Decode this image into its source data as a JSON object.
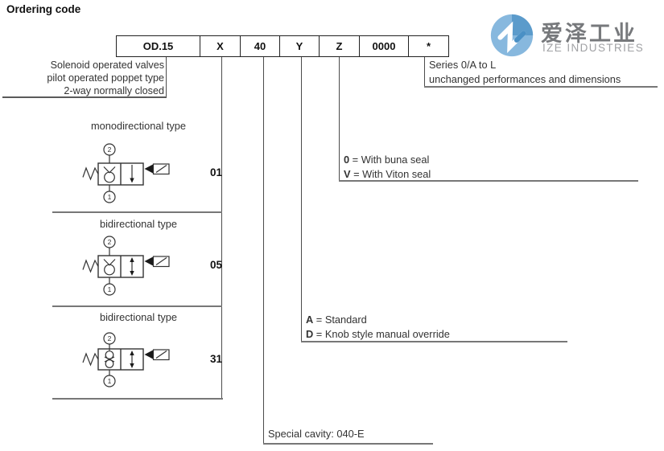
{
  "title": "Ordering code",
  "code_table": {
    "cells": [
      "OD.15",
      "X",
      "40",
      "Y",
      "Z",
      "0000",
      "*"
    ]
  },
  "left_note": {
    "lines": [
      "Solenoid operated valves",
      "pilot operated poppet type",
      "2-way normally closed"
    ]
  },
  "series_note": {
    "lines": [
      "Series 0/A to L",
      "unchanged performances and dimensions"
    ]
  },
  "seal_note": {
    "options": [
      {
        "code": "0",
        "rest": " = With buna seal"
      },
      {
        "code": "V",
        "rest": " = With Viton seal"
      }
    ]
  },
  "override_note": {
    "options": [
      {
        "code": "A",
        "rest": " = Standard"
      },
      {
        "code": "D",
        "rest": " = Knob style manual override"
      }
    ]
  },
  "cavity_note": {
    "text": "Special cavity: 040-E"
  },
  "valves": [
    {
      "type_label": "monodirectional type",
      "code": "01",
      "ports": [
        "2",
        "1"
      ]
    },
    {
      "type_label": "bidirectional type",
      "code": "05",
      "ports": [
        "2",
        "1"
      ]
    },
    {
      "type_label": "bidirectional type",
      "code": "31",
      "ports": [
        "2",
        "1"
      ]
    }
  ],
  "logo": {
    "cn": "爱泽工业",
    "en": "IZE INDUSTRIES",
    "colors": {
      "circle": "#87b8de",
      "accent": "#4a90c5",
      "cn_text": "#77797c",
      "en_text": "#a0a1a4"
    }
  }
}
